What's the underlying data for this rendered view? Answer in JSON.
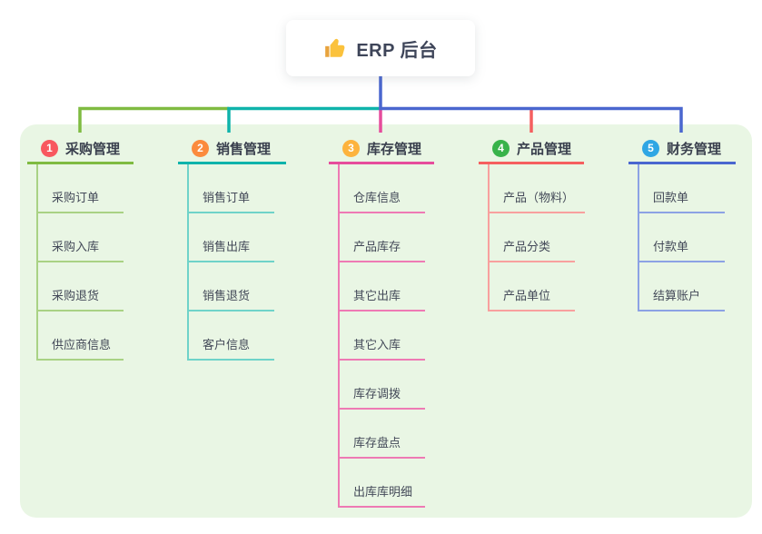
{
  "root": {
    "title": "ERP 后台",
    "icon": "thumbs-up",
    "icon_colors": {
      "hand": "#fbc23c",
      "cuff": "#e8a33d"
    }
  },
  "branches": [
    {
      "index": "1",
      "label": "采购管理",
      "color": "#7fbb41",
      "child_color": "#a9d284",
      "badge_color": "#f8585f",
      "children": [
        "采购订单",
        "采购入库",
        "采购退货",
        "供应商信息"
      ]
    },
    {
      "index": "2",
      "label": "销售管理",
      "color": "#0fb3ab",
      "child_color": "#6fd3c9",
      "badge_color": "#fb8b3d",
      "children": [
        "销售订单",
        "销售出库",
        "销售退货",
        "客户信息"
      ]
    },
    {
      "index": "3",
      "label": "库存管理",
      "color": "#e64c9c",
      "child_color": "#ee7ab4",
      "badge_color": "#fdb33d",
      "children": [
        "仓库信息",
        "产品库存",
        "其它出库",
        "其它入库",
        "库存调拨",
        "库存盘点",
        "出库库明细"
      ]
    },
    {
      "index": "4",
      "label": "产品管理",
      "color": "#f55f5f",
      "child_color": "#f8a09e",
      "badge_color": "#38b34a",
      "children": [
        "产品（物料）",
        "产品分类",
        "产品单位"
      ]
    },
    {
      "index": "5",
      "label": "财务管理",
      "color": "#4a67cf",
      "child_color": "#8ca2e4",
      "badge_color": "#2fa6e4",
      "children": [
        "回款单",
        "付款单",
        "结算账户"
      ]
    }
  ],
  "panel_color": "#e9f6e4"
}
